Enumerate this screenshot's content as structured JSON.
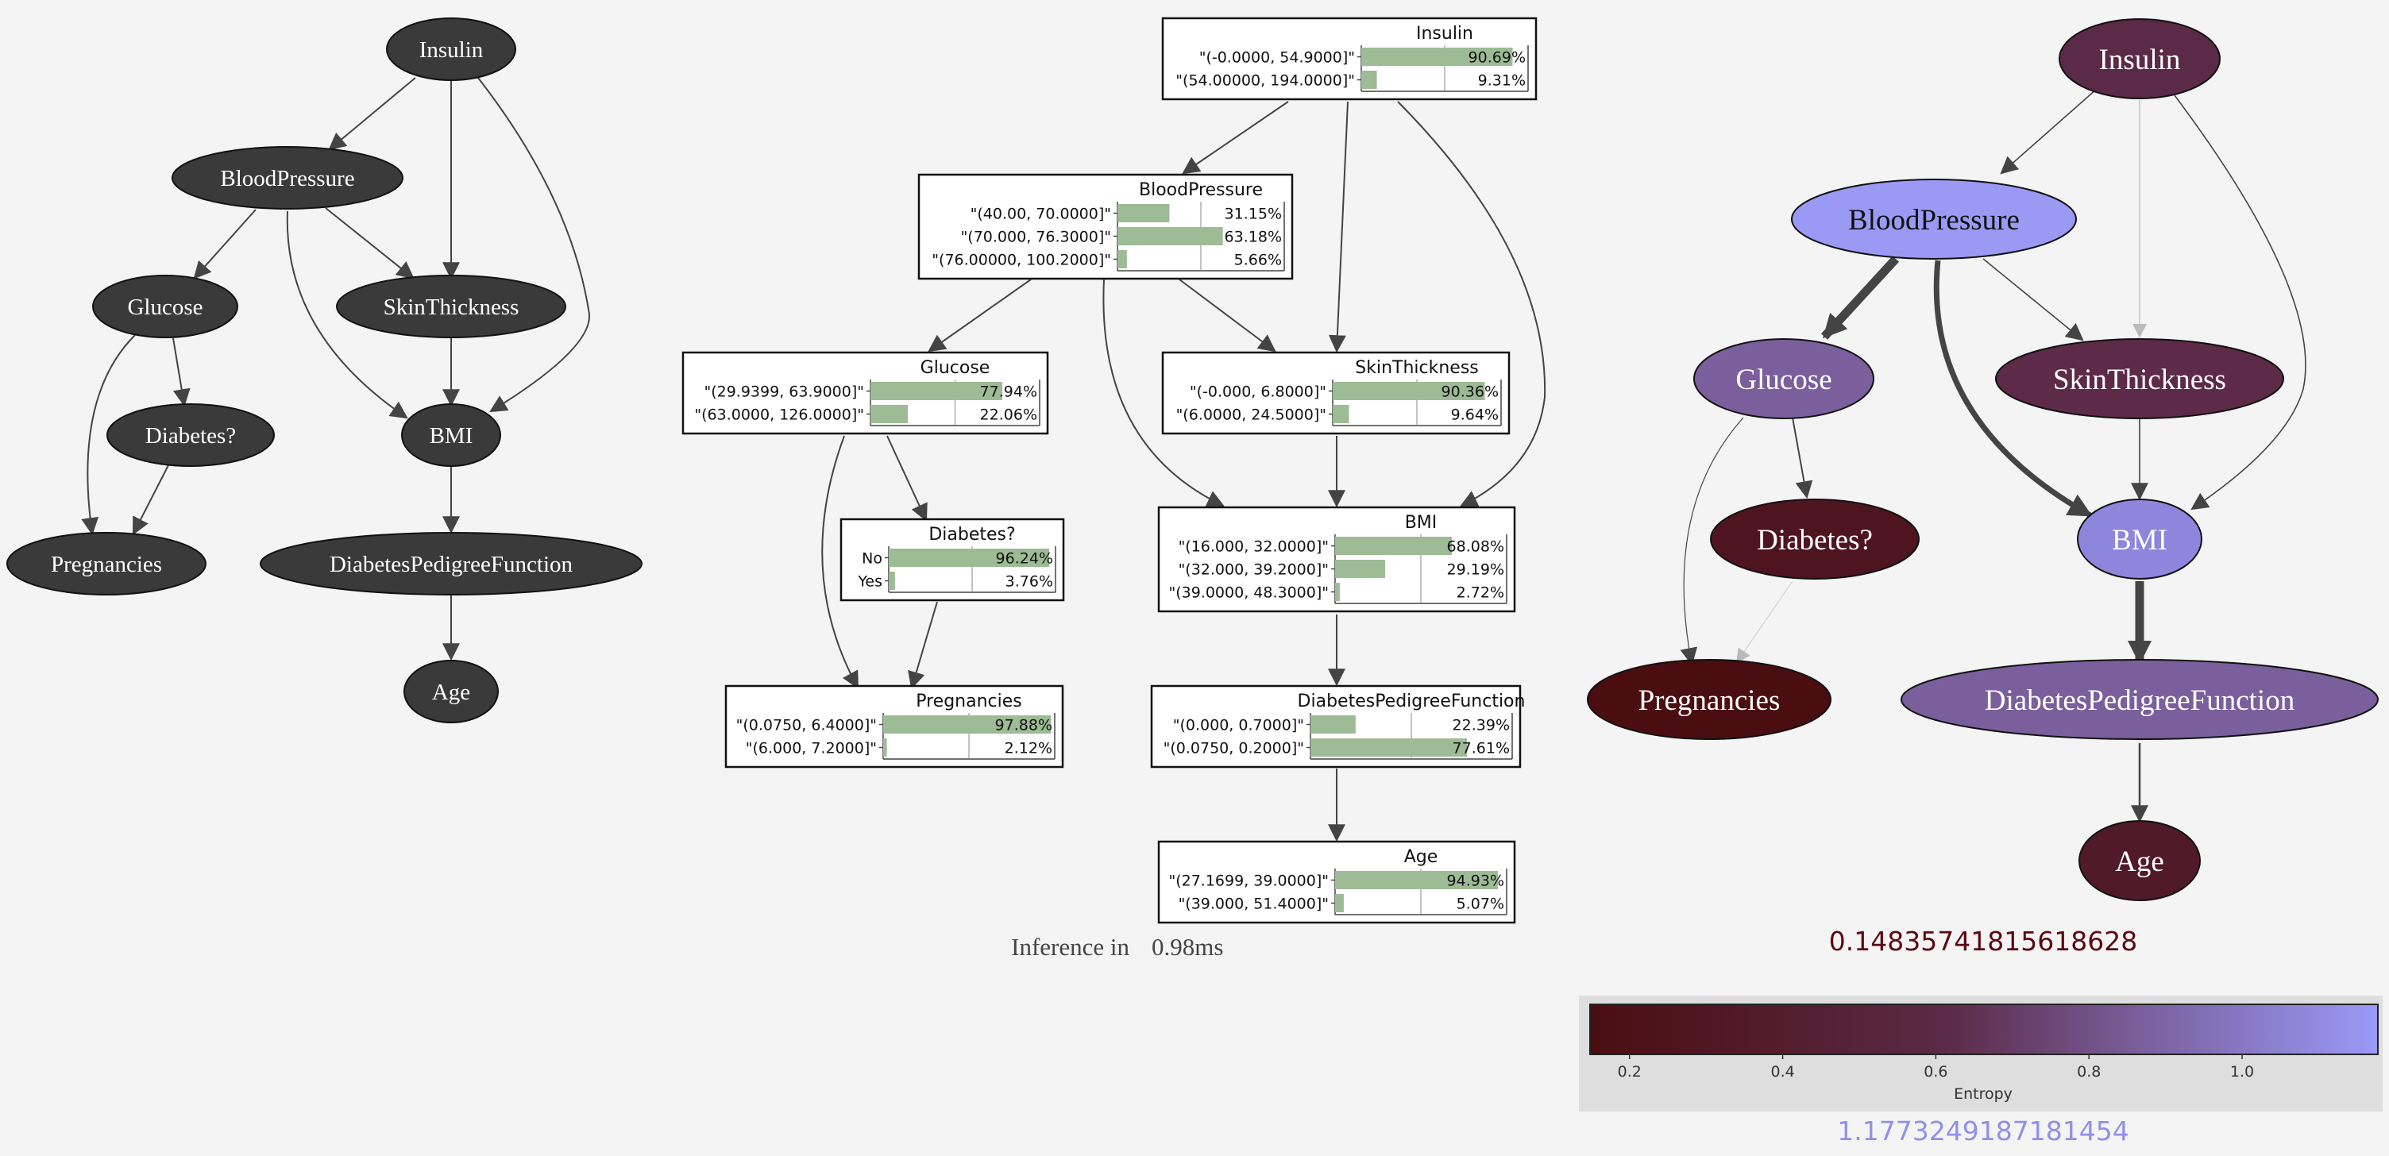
{
  "graph1": {
    "nodes": {
      "insulin": "Insulin",
      "blood_pressure": "BloodPressure",
      "glucose": "Glucose",
      "skin_thickness": "SkinThickness",
      "diabetes": "Diabetes?",
      "bmi": "BMI",
      "pregnancies": "Pregnancies",
      "dpf": "DiabetesPedigreeFunction",
      "age": "Age"
    },
    "node_color": "#3a3a3a"
  },
  "graph2": {
    "tables": {
      "insulin": {
        "title": "Insulin",
        "rows": [
          {
            "label": "\"(-0.0000, 54.9000]\"",
            "percent": "90.69%",
            "value": 0.9069
          },
          {
            "label": "\"(54.00000, 194.0000]\"",
            "percent": "9.31%",
            "value": 0.0931
          }
        ]
      },
      "blood_pressure": {
        "title": "BloodPressure",
        "rows": [
          {
            "label": "\"(40.00, 70.0000]\"",
            "percent": "31.15%",
            "value": 0.3115
          },
          {
            "label": "\"(70.000, 76.3000]\"",
            "percent": "63.18%",
            "value": 0.6318
          },
          {
            "label": "\"(76.00000, 100.2000]\"",
            "percent": "5.66%",
            "value": 0.0566
          }
        ]
      },
      "glucose": {
        "title": "Glucose",
        "rows": [
          {
            "label": "\"(29.9399, 63.9000]\"",
            "percent": "77.94%",
            "value": 0.7794
          },
          {
            "label": "\"(63.0000, 126.0000]\"",
            "percent": "22.06%",
            "value": 0.2206
          }
        ]
      },
      "skin_thickness": {
        "title": "SkinThickness",
        "rows": [
          {
            "label": "\"(-0.000, 6.8000]\"",
            "percent": "90.36%",
            "value": 0.9036
          },
          {
            "label": "\"(6.0000, 24.5000]\"",
            "percent": "9.64%",
            "value": 0.0964
          }
        ]
      },
      "diabetes": {
        "title": "Diabetes?",
        "rows": [
          {
            "label": "No",
            "percent": "96.24%",
            "value": 0.9624
          },
          {
            "label": "Yes",
            "percent": "3.76%",
            "value": 0.0376
          }
        ]
      },
      "bmi": {
        "title": "BMI",
        "rows": [
          {
            "label": "\"(16.000, 32.0000]\"",
            "percent": "68.08%",
            "value": 0.6808
          },
          {
            "label": "\"(32.000, 39.2000]\"",
            "percent": "29.19%",
            "value": 0.2919
          },
          {
            "label": "\"(39.0000, 48.3000]\"",
            "percent": "2.72%",
            "value": 0.0272
          }
        ]
      },
      "pregnancies": {
        "title": "Pregnancies",
        "rows": [
          {
            "label": "\"(0.0750, 6.4000]\"",
            "percent": "97.88%",
            "value": 0.9788
          },
          {
            "label": "\"(6.000, 7.2000]\"",
            "percent": "2.12%",
            "value": 0.0212
          }
        ]
      },
      "dpf": {
        "title": "DiabetesPedigreeFunction",
        "rows": [
          {
            "label": "\"(0.000, 0.7000]\"",
            "percent": "22.39%",
            "value": 0.2239
          },
          {
            "label": "\"(0.0750, 0.2000]\"",
            "percent": "77.61%",
            "value": 0.7761
          }
        ]
      },
      "age": {
        "title": "Age",
        "rows": [
          {
            "label": "\"(27.1699, 39.0000]\"",
            "percent": "94.93%",
            "value": 0.9493
          },
          {
            "label": "\"(39.000, 51.4000]\"",
            "percent": "5.07%",
            "value": 0.0507
          }
        ]
      }
    },
    "inference_label": "Inference in",
    "inference_time": "0.98ms",
    "bar_color": "#9dbb94"
  },
  "graph3": {
    "nodes": {
      "insulin": {
        "label": "Insulin",
        "color": "#5b2a46"
      },
      "blood_pressure": {
        "label": "BloodPressure",
        "color": "#9a9af5"
      },
      "glucose": {
        "label": "Glucose",
        "color": "#7a5f9c"
      },
      "skin_thickness": {
        "label": "SkinThickness",
        "color": "#5d2a48"
      },
      "diabetes": {
        "label": "Diabetes?",
        "color": "#4e1520"
      },
      "bmi": {
        "label": "BMI",
        "color": "#8e85dd"
      },
      "pregnancies": {
        "label": "Pregnancies",
        "color": "#4a0e10"
      },
      "dpf": {
        "label": "DiabetesPedigreeFunction",
        "color": "#7a5f9c"
      },
      "age": {
        "label": "Age",
        "color": "#501a2a"
      }
    },
    "min_value": "0.14835741815618628",
    "max_value": "1.1773249187181454",
    "min_color": "#5a0a12",
    "max_color": "#9090e8",
    "colorbar": {
      "label": "Entropy",
      "ticks": [
        "0.2",
        "0.4",
        "0.6",
        "0.8",
        "1.0"
      ],
      "gradient_start": "#4a0e10",
      "gradient_end": "#9a9af8"
    }
  }
}
